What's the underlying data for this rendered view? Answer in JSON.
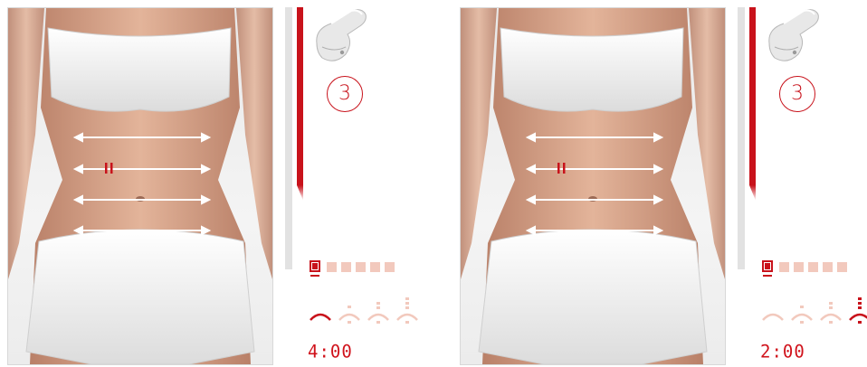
{
  "panels": [
    {
      "step": "3",
      "timer": "4:00",
      "intensity_level": 1,
      "intensity_max": 6,
      "selected_mode": 0
    },
    {
      "step": "3",
      "timer": "2:00",
      "intensity_level": 1,
      "intensity_max": 6,
      "selected_mode": 3
    }
  ],
  "icons": {
    "device": "massager-device-icon",
    "modes": [
      "mode-arc-icon",
      "mode-arc-dash-icon",
      "mode-arc-bars-icon",
      "mode-arc-stack-icon"
    ],
    "pause": "pause-marker-icon"
  },
  "colors": {
    "accent": "#c8121b",
    "inactive": "#f2c9bd",
    "skin": "#d7a58a",
    "garment": "#f7f7f7"
  }
}
